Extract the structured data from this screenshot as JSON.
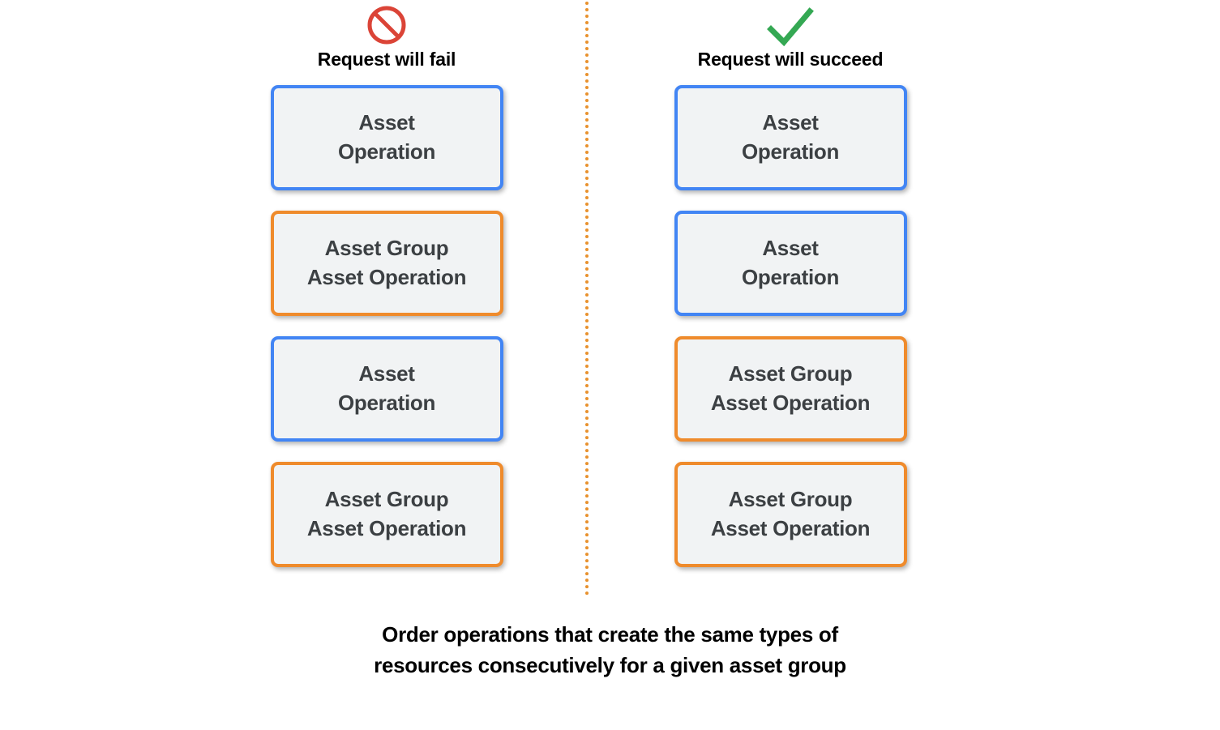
{
  "colors": {
    "blue_border": "#4285f4",
    "orange_border": "#ef8b2c",
    "card_fill": "#f1f3f4",
    "card_text": "#3c4043",
    "fail_icon": "#db4437",
    "success_icon": "#34a853",
    "divider": "#e8912d",
    "background": "#ffffff"
  },
  "columns": [
    {
      "id": "fail",
      "icon": "prohibition-icon",
      "title": "Request will fail",
      "cards": [
        {
          "label": "Asset\nOperation",
          "variant": "blue"
        },
        {
          "label": "Asset Group\nAsset Operation",
          "variant": "orange"
        },
        {
          "label": "Asset\nOperation",
          "variant": "blue"
        },
        {
          "label": "Asset Group\nAsset Operation",
          "variant": "orange"
        }
      ]
    },
    {
      "id": "succeed",
      "icon": "checkmark-icon",
      "title": "Request will succeed",
      "cards": [
        {
          "label": "Asset\nOperation",
          "variant": "blue"
        },
        {
          "label": "Asset\nOperation",
          "variant": "blue"
        },
        {
          "label": "Asset Group\nAsset Operation",
          "variant": "orange"
        },
        {
          "label": "Asset Group\nAsset Operation",
          "variant": "orange"
        }
      ]
    }
  ],
  "caption": "Order operations that create the same types of\nresources consecutively for a given asset group"
}
